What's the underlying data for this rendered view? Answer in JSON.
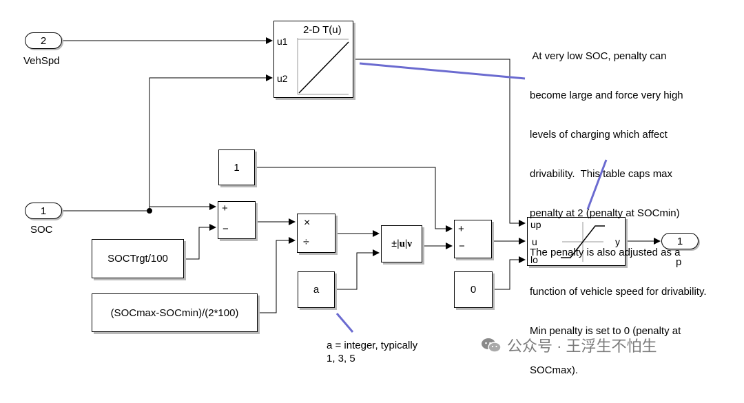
{
  "inports": {
    "vehspd": {
      "number": "2",
      "label": "VehSpd"
    },
    "soc": {
      "number": "1",
      "label": "SOC"
    }
  },
  "lookup2d": {
    "title": "2-D T(u)",
    "port_u1": "u1",
    "port_u2": "u2"
  },
  "const_one": "1",
  "sum1": {
    "plus": "+",
    "minus": "−"
  },
  "product": {
    "mul": "×",
    "div": "÷"
  },
  "power": {
    "label": "±|u|ν"
  },
  "sum2": {
    "plus": "+",
    "minus": "−"
  },
  "saturation": {
    "port_up": "up",
    "port_u": "u",
    "port_lo": "lo",
    "port_y": "y"
  },
  "outport": {
    "number": "1",
    "label": "p"
  },
  "const_socrtgt": "SOCTrgt/100",
  "const_range": "(SOCmax-SOCmin)/(2*100)",
  "const_a": "a",
  "const_zero": "0",
  "annotation_a": [
    "a = integer, typically",
    "1, 3, 5"
  ],
  "annotation_penalty": [
    " At very low SOC, penalty can",
    "become large and force very high",
    "levels of charging which affect",
    "drivability.  This table caps max",
    "penalty at 2 (penalty at SOCmin)",
    "The penalty is also adjusted as a",
    "function of vehicle speed for drivability.",
    "Min penalty is set to 0 (penalty at",
    "SOCmax)."
  ],
  "watermark": "公众号 · 王浮生不怕生",
  "colors": {
    "note_line": "#6b6bd0",
    "shadow": "#b9b9b9",
    "watermark": "#7b7b7b"
  }
}
